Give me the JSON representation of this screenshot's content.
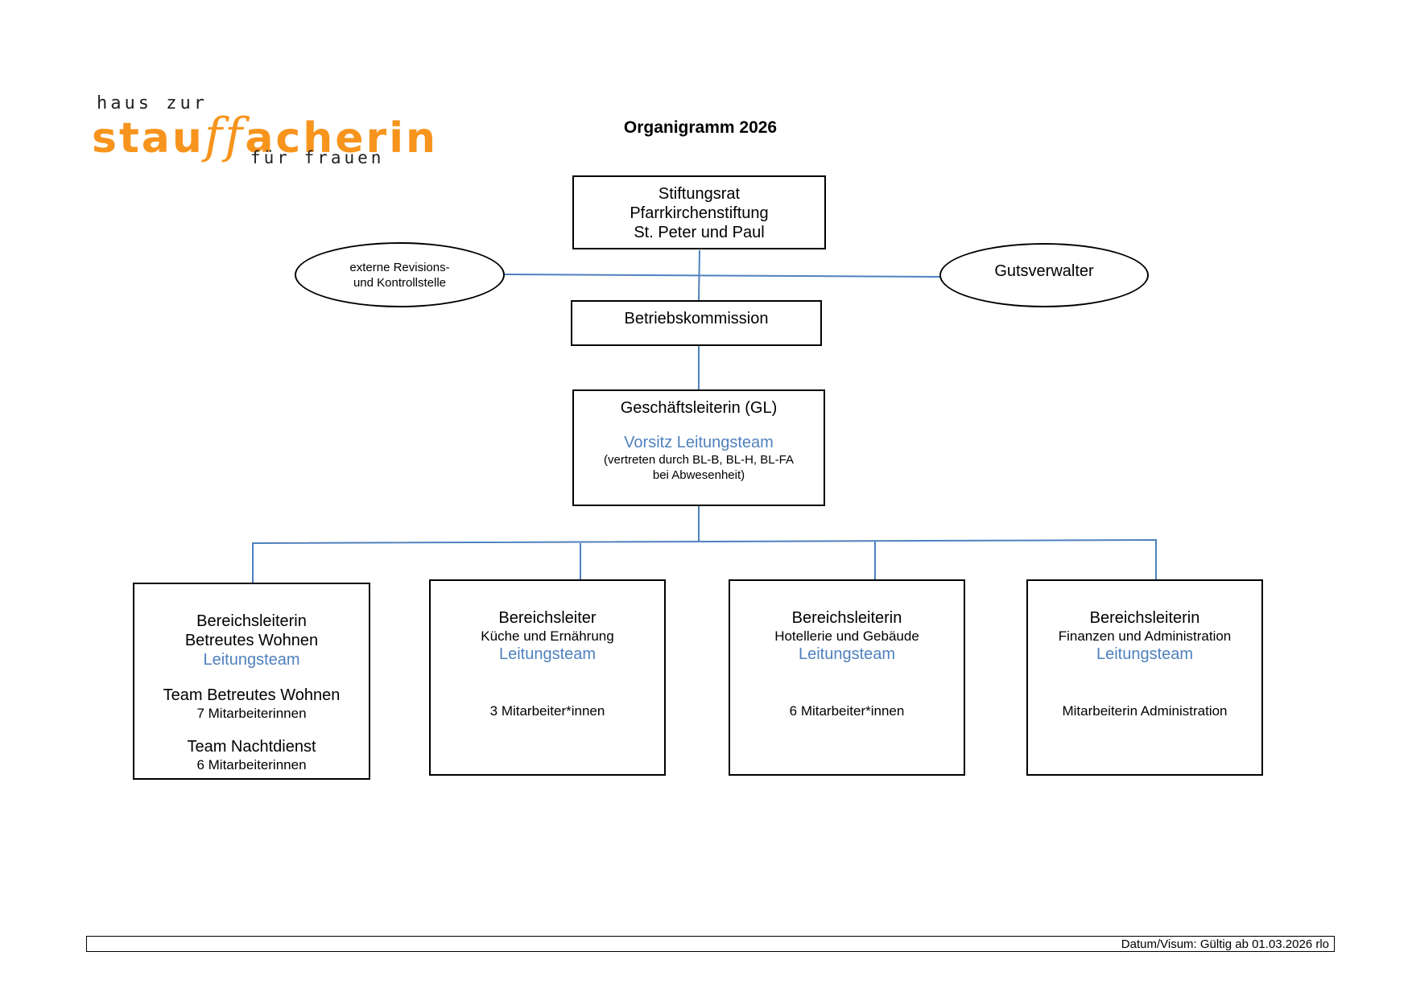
{
  "logo": {
    "line1": "haus zur",
    "line2_a": "stau",
    "line2_ff": "ff",
    "line2_b": "acherin",
    "line3": "für frauen",
    "color": "#f7941d"
  },
  "title": "Organigramm 2026",
  "accent_color": "#4f81bd",
  "nodes": {
    "stiftungsrat": {
      "l1": "Stiftungsrat",
      "l2": "Pfarrkirchenstiftung",
      "l3": "St. Peter und Paul"
    },
    "revision": {
      "l1": "externe Revisions-",
      "l2": "und Kontrollstelle"
    },
    "gutsverwalter": {
      "l1": "Gutsverwalter"
    },
    "betriebskommission": {
      "l1": "Betriebskommission"
    },
    "gl": {
      "l1": "Geschäftsleiterin (GL)",
      "l2": "Vorsitz Leitungsteam",
      "l3": "(vertreten durch BL-B, BL-H, BL-FA",
      "l4": "bei Abwesenheit)"
    },
    "bw": {
      "title": "Bereichsleiterin",
      "area": "Betreutes Wohnen",
      "team": "Leitungsteam",
      "sub1_title": "Team Betreutes Wohnen",
      "sub1_count": "7 Mitarbeiterinnen",
      "sub2_title": "Team Nachtdienst",
      "sub2_count": "6 Mitarbeiterinnen"
    },
    "kueche": {
      "title": "Bereichsleiter",
      "area": "Küche und Ernährung",
      "team": "Leitungsteam",
      "staff": "3 Mitarbeiter*innen"
    },
    "hotel": {
      "title": "Bereichsleiterin",
      "area": "Hotellerie und Gebäude",
      "team": "Leitungsteam",
      "staff": "6 Mitarbeiter*innen"
    },
    "finanzen": {
      "title": "Bereichsleiterin",
      "area": "Finanzen und Administration",
      "team": "Leitungsteam",
      "staff": "Mitarbeiterin Administration"
    }
  },
  "footer": {
    "text": "Datum/Visum: Gültig ab 01.03.2026 rlo"
  }
}
